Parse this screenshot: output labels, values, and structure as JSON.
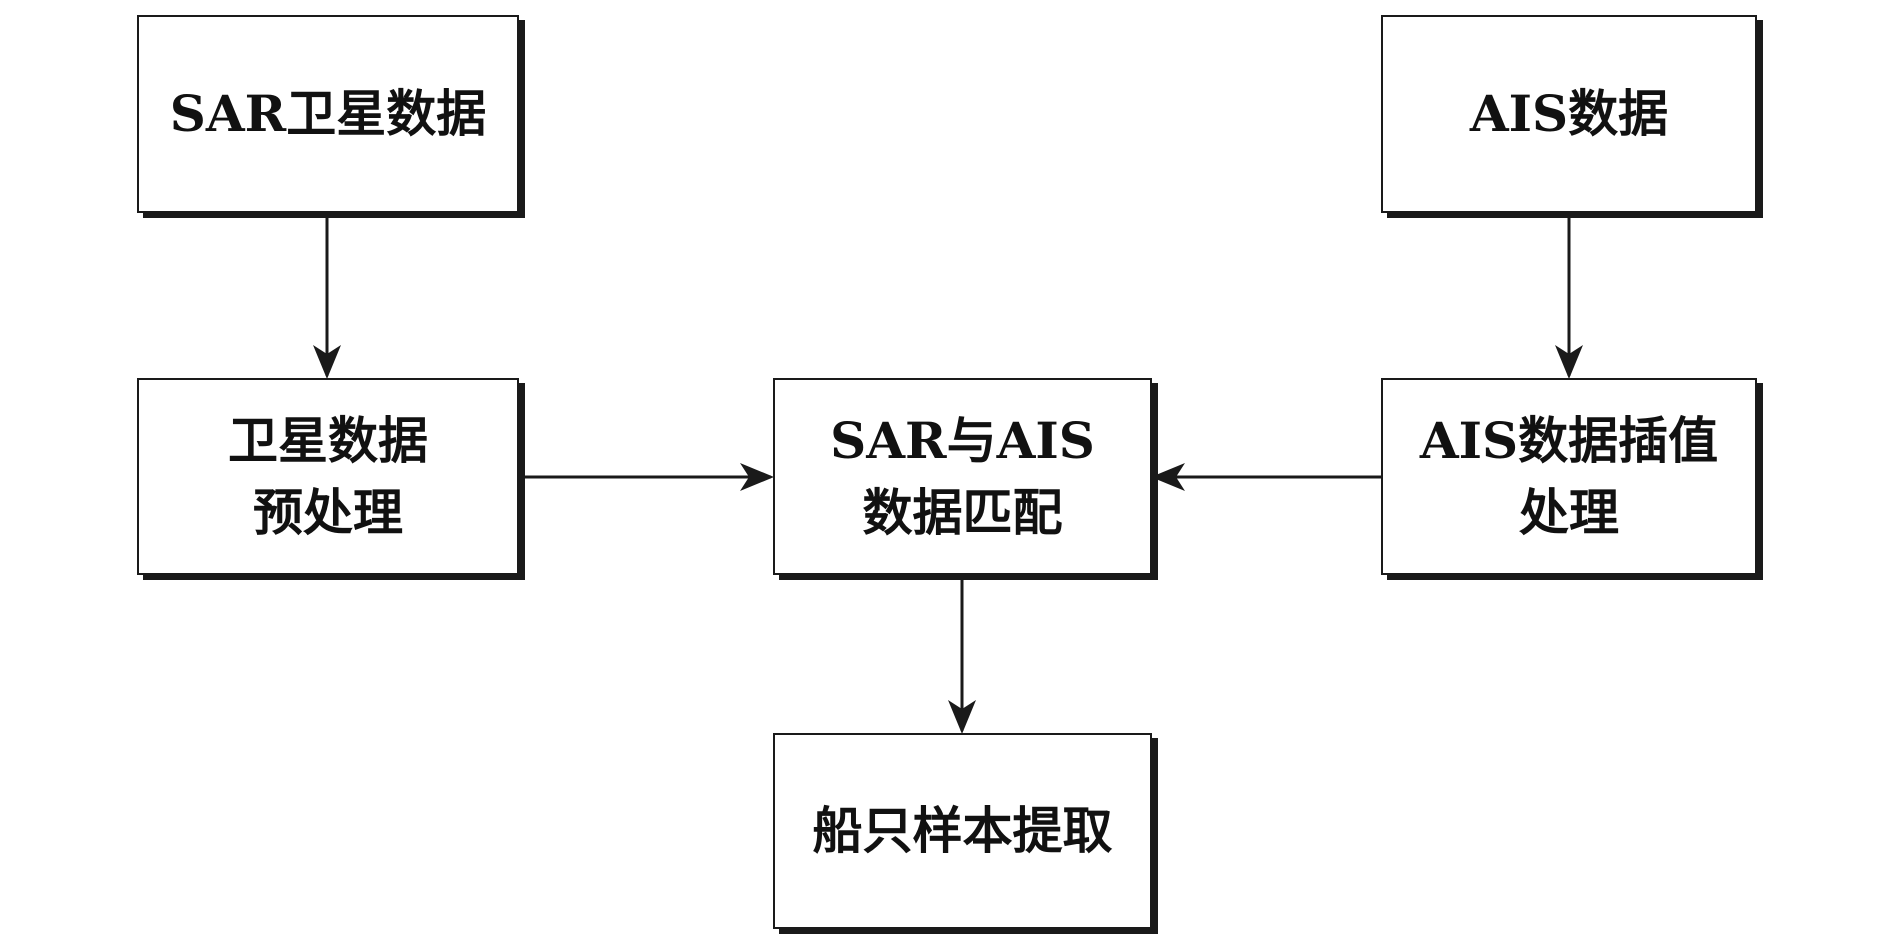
{
  "colors": {
    "stroke": "#1a1a1a",
    "text": "#111111",
    "background": "#ffffff"
  },
  "nodes": {
    "sar_data": {
      "lines": [
        "SAR卫星数据"
      ]
    },
    "ais_data": {
      "lines": [
        "AIS数据"
      ]
    },
    "preprocess": {
      "lines": [
        "卫星数据",
        "预处理"
      ]
    },
    "match": {
      "lines": [
        "SAR与AIS",
        "数据匹配"
      ]
    },
    "interpolate": {
      "lines": [
        "AIS数据插值",
        "处理"
      ]
    },
    "extract": {
      "lines": [
        "船只样本提取"
      ]
    }
  },
  "edges": [
    {
      "from": "sar_data",
      "to": "preprocess"
    },
    {
      "from": "ais_data",
      "to": "interpolate"
    },
    {
      "from": "preprocess",
      "to": "match"
    },
    {
      "from": "interpolate",
      "to": "match"
    },
    {
      "from": "match",
      "to": "extract"
    }
  ]
}
